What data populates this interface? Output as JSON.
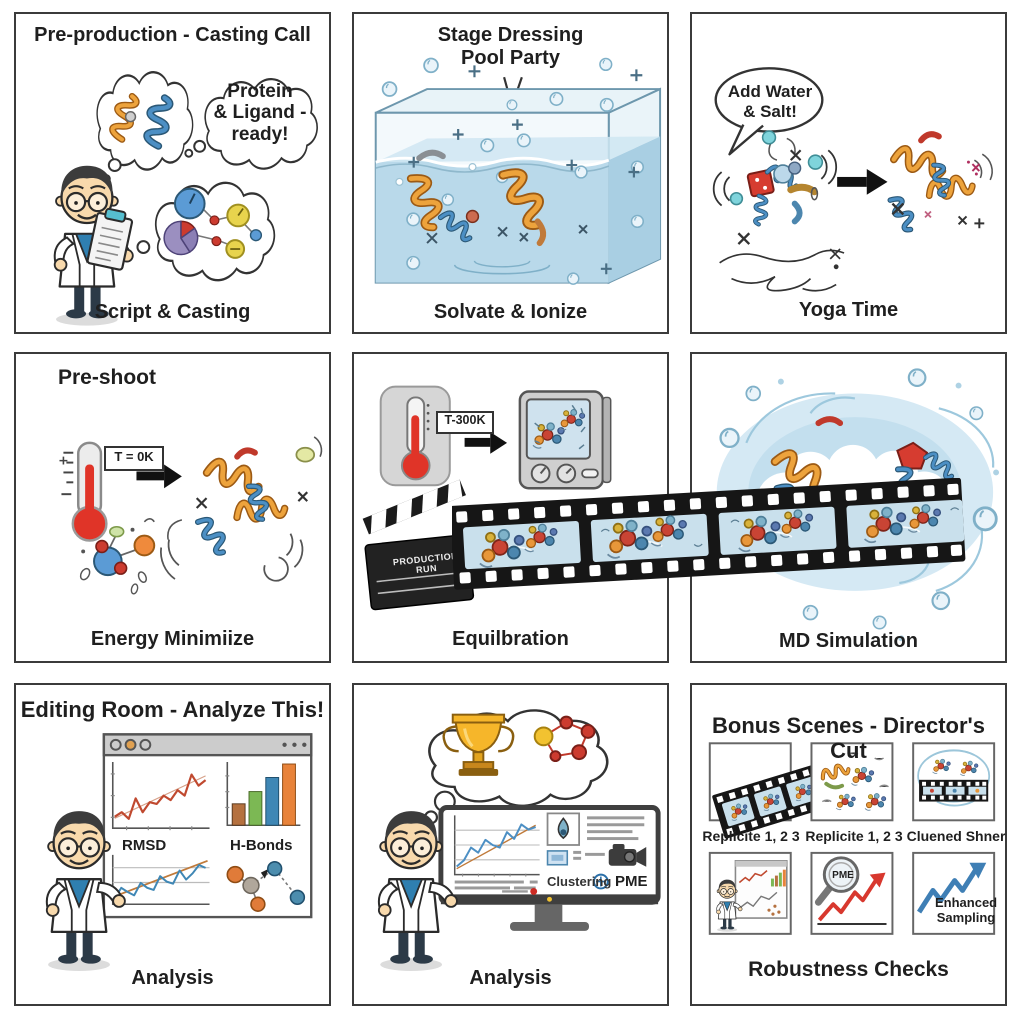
{
  "page": {
    "background": "#ffffff",
    "panel_border": "#3b3b3b",
    "text_color": "#1f1f1f"
  },
  "colors": {
    "protein_orange": "#eda33c",
    "protein_blue": "#4c8fc4",
    "water_blue": "#b9d9ea",
    "water_light": "#d8ecf5",
    "accent_red": "#d8382e",
    "trophy_gold": "#f6b62a",
    "film_black": "#161616",
    "film_frame_blue": "#c9e0ec",
    "shirt_blue": "#2f7fb0",
    "bar_colors": [
      "#b5713f",
      "#7cb854",
      "#3f87b5",
      "#e8833a"
    ]
  },
  "icons": {
    "thought-bubble": "cloud outline",
    "speech-bubble": "ellipse with tail",
    "arrow-right": "solid black arrow",
    "thermometer": "red mercury thermometer",
    "clapperboard": "film clapper board",
    "film-strip": "35mm film strip",
    "water-tank": "3d glass water box",
    "plus-ion": "+",
    "cross-ion": "x",
    "magnifier": "magnifying glass",
    "trophy": "gold trophy cup",
    "camera": "video camera",
    "monitor": "desktop monitor",
    "clipboard": "clipboard with list"
  },
  "panels": {
    "casting": {
      "title": "Pre-production - Casting Call",
      "thought_lines": [
        "Protein",
        "& Ligand -",
        "ready!"
      ],
      "caption": "Script & Casting"
    },
    "solvate": {
      "title_lines": [
        "Stage Dressing",
        "Pool Party"
      ],
      "caption": "Solvate & Ionize"
    },
    "yoga": {
      "speech_lines": [
        "Add Water",
        "& Salt!"
      ],
      "caption": "Yoga Time"
    },
    "preshoot": {
      "title": "Pre-shoot",
      "thermo_label": "T = 0K",
      "caption": "Energy Minimiize"
    },
    "equilibration": {
      "thermo_label": "T-300K",
      "clapper_text": "PRODUCTION RUN",
      "caption": "Equilbration"
    },
    "md_sim": {
      "caption": "MD Simulation"
    },
    "editing": {
      "title": "Editing Room - Analyze This!",
      "chart_left_label": "RMSD",
      "chart_right_label": "H-Bonds",
      "caption": "Analysis",
      "charts": {
        "line_top": [
          0.12,
          0.2,
          0.08,
          0.45,
          0.2,
          0.38,
          0.35,
          0.5,
          0.42,
          0.6,
          0.5,
          0.88,
          0.68,
          0.78
        ],
        "rmsd_line": [
          0.05,
          0.3,
          0.2,
          0.12,
          0.42,
          0.3,
          0.25,
          0.58,
          0.45,
          0.4,
          0.72,
          0.5,
          0.65,
          0.85,
          0.78
        ],
        "hbonds_values": [
          35,
          55,
          78,
          100
        ],
        "hbonds_colors": [
          "#b5713f",
          "#7cb854",
          "#3f87b5",
          "#e8833a"
        ]
      }
    },
    "analysis2": {
      "clustering_label": "Clustering",
      "pme_label": "PME",
      "caption": "Analysis",
      "screen_line": [
        0.08,
        0.2,
        0.45,
        0.35,
        0.6,
        0.5,
        0.45,
        0.75,
        0.62,
        0.9,
        0.8,
        0.85
      ]
    },
    "bonus": {
      "title": "Bonus Scenes - Director's Cut",
      "sub_captions": [
        "Replicite 1, 2 3",
        "Replicite 1, 2 3",
        "Cluened Shner"
      ],
      "pme_label": "PME",
      "enhanced_lines": [
        "Enhanced",
        "Sampling"
      ],
      "caption": "Robustness Checks"
    }
  }
}
